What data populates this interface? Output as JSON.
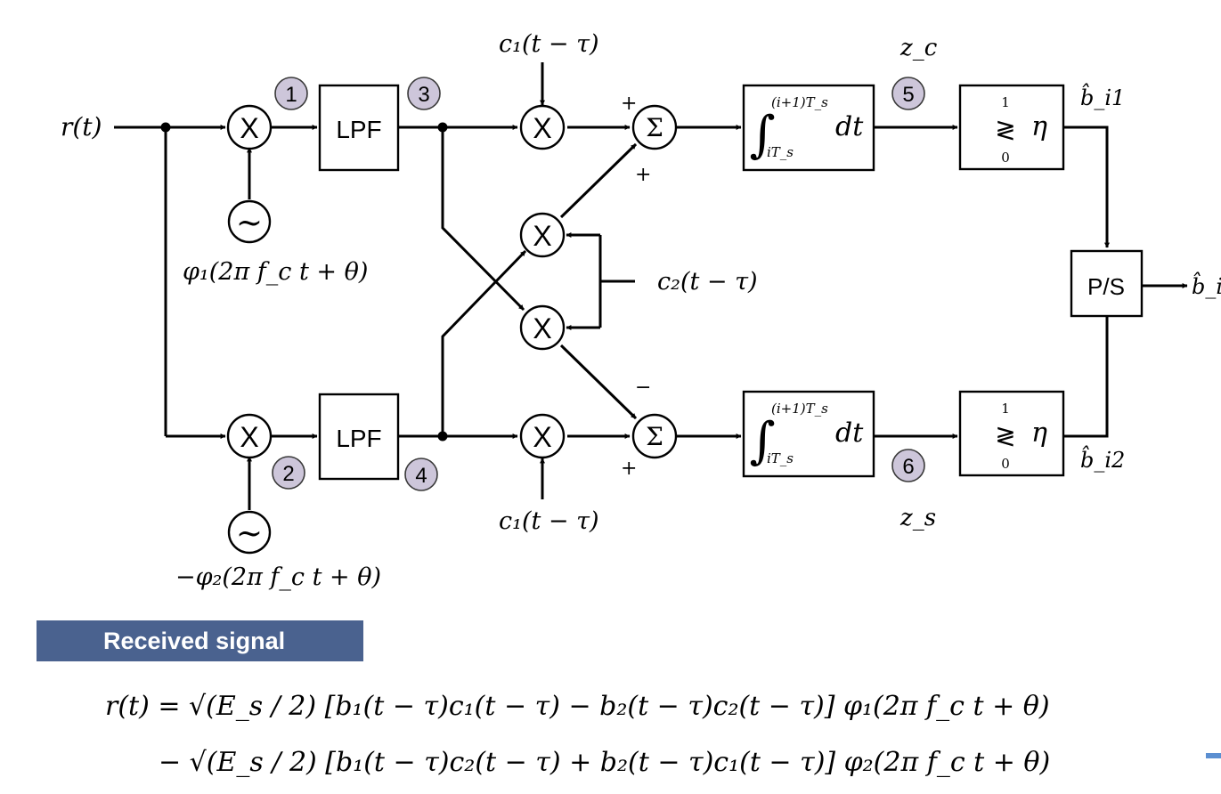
{
  "diagram": {
    "input_label": "r(t)",
    "multiplier_symbol": "X",
    "sum_symbol": "Σ",
    "oscillator_symbol": "~",
    "lpf_label": "LPF",
    "ps_label": "P/S",
    "carrier_top": "φ₁(2π f_c t + θ)",
    "carrier_bottom": "−φ₂(2π f_c t + θ)",
    "code1_top": "c₁(t − τ)",
    "code1_bottom": "c₁(t − τ)",
    "code2": "c₂(t − τ)",
    "integrator_upper_limit": "(i+1)T_s",
    "integrator_lower_limit": "iT_s",
    "integrator_dt": "dt",
    "decision_top": "1",
    "decision_bottom": "0",
    "decision_threshold": "η",
    "zc_label": "z_c",
    "zs_label": "z_s",
    "bhat_i1": "b̂_i1",
    "bhat_i2": "b̂_i2",
    "bhat_i": "b̂_i",
    "sign_plus": "+",
    "sign_minus": "−",
    "badges": [
      "1",
      "2",
      "3",
      "4",
      "5",
      "6"
    ]
  },
  "section_header": "Received signal",
  "equation": {
    "line1": "r(t) = √(E_s / 2) [b₁(t − τ)c₁(t − τ) − b₂(t − τ)c₂(t − τ)] φ₁(2π f_c t + θ)",
    "line2": "− √(E_s / 2) [b₁(t − τ)c₂(t − τ) + b₂(t − τ)c₁(t − τ)] φ₂(2π f_c t + θ)"
  },
  "colors": {
    "header_bg": "#4a628f",
    "badge_fill": "#cdc6da",
    "corner_accent": "#5b8fd1"
  }
}
